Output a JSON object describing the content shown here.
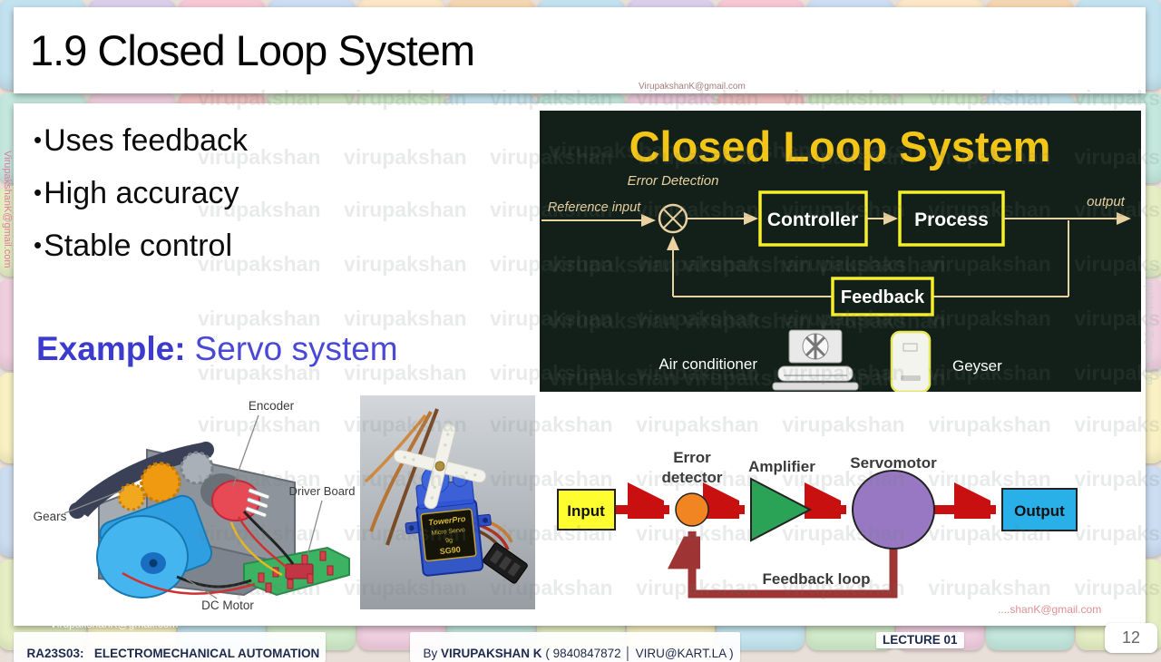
{
  "slide": {
    "title": "1.9 Closed Loop System",
    "bullets": [
      "Uses feedback",
      "High accuracy",
      "Stable control"
    ],
    "bullet_marker": "•",
    "example": {
      "label": "Example:",
      "value": "Servo system"
    },
    "page_number": "12"
  },
  "footer": {
    "course_code": "RA23S03:",
    "course_name": "ELECTROMECHANICAL AUTOMATION",
    "author_prefix": "By",
    "author_name": "VIRUPAKSHAN K",
    "author_suffix": "( 9840847872 │ VIRU@KART.LA )",
    "lecture": "LECTURE 01"
  },
  "watermarks": {
    "tiled": "virupakshan",
    "email": "VirupakshanK@gmail.com",
    "email_partial": "....shanK@gmail.com"
  },
  "closed_loop_diagram": {
    "title": "Closed Loop System",
    "labels": {
      "reference_input": "Reference input",
      "error_detection": "Error Detection",
      "controller": "Controller",
      "process": "Process",
      "output": "output",
      "feedback": "Feedback",
      "air_conditioner": "Air conditioner",
      "geyser": "Geyser"
    },
    "colors": {
      "bg": "#122019",
      "title": "#f3c516",
      "box_border": "#f5ee2a",
      "line": "#e9d1a0"
    }
  },
  "servo_exploded": {
    "labels": {
      "encoder": "Encoder",
      "gears": "Gears",
      "driver_board": "Driver Board",
      "dc_motor": "DC Motor"
    }
  },
  "servo_photo": {
    "brand_line1": "TowerPro",
    "brand_line2": "Micro Servo",
    "brand_line3": "9g",
    "brand_line4": "SG90"
  },
  "servo_block_diagram": {
    "labels": {
      "input": "Input",
      "error_line1": "Error",
      "error_line2": "detector",
      "amplifier": "Amplifier",
      "servomotor": "Servomotor",
      "output": "Output",
      "feedback_loop": "Feedback loop"
    },
    "colors": {
      "input": "#fdfd30",
      "error": "#f08522",
      "amplifier": "#2aa357",
      "servomotor": "#9878c2",
      "output": "#2ab0e8",
      "arrow": "#c81010",
      "feedback": "#9e3434"
    }
  },
  "theme": {
    "bg_palette": [
      "#c3e2f0",
      "#f6c8d6",
      "#fbe7c6",
      "#faf2c4",
      "#d2ecca",
      "#c4e8de",
      "#f3c2c2",
      "#d9cfec",
      "#cdddf2",
      "#f6d6b2",
      "#e6efc4",
      "#c6e6ef",
      "#f0cfdf",
      "#cfe6c2"
    ]
  }
}
